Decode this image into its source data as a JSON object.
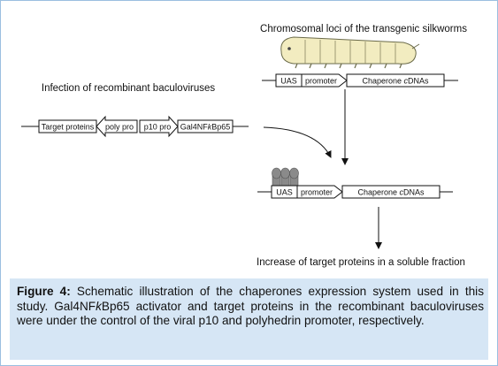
{
  "diagram": {
    "chromosomal_title": "Chromosomal loci of the transgenic silkworms",
    "infection_title": "Infection of recombinant baculoviruses",
    "top_construct": {
      "uas": "UAS",
      "promoter": "promoter",
      "cdna_prefix": "Chaperone ",
      "cdna_italic": "c",
      "cdna_suffix": "DNAs"
    },
    "baculo_construct": {
      "target": "Target proteins",
      "poly": "poly pro",
      "p10": "p10 pro",
      "gal_prefix": "Gal4NF",
      "gal_italic": "k",
      "gal_suffix": "Bp65"
    },
    "bottom_construct": {
      "uas": "UAS",
      "promoter": "promoter",
      "cdna_prefix": "Chaperone ",
      "cdna_italic": "c",
      "cdna_suffix": "DNAs"
    },
    "result": "Increase of target proteins in a soluble fraction"
  },
  "caption": {
    "label": "Figure 4:",
    "text_1": " Schematic illustration of the chaperones expression system used in this study. Gal4NF",
    "italic_k": "k",
    "text_2": "Bp65 activator and target proteins in the recombinant baculoviruses were under the control of the viral p10 and polyhedrin promoter, respectively."
  },
  "colors": {
    "frame_border": "#9bbfe0",
    "caption_background": "#d6e6f5",
    "silkworm_body": "#f2ecc0",
    "activator_protein": "#8a8a8a"
  }
}
